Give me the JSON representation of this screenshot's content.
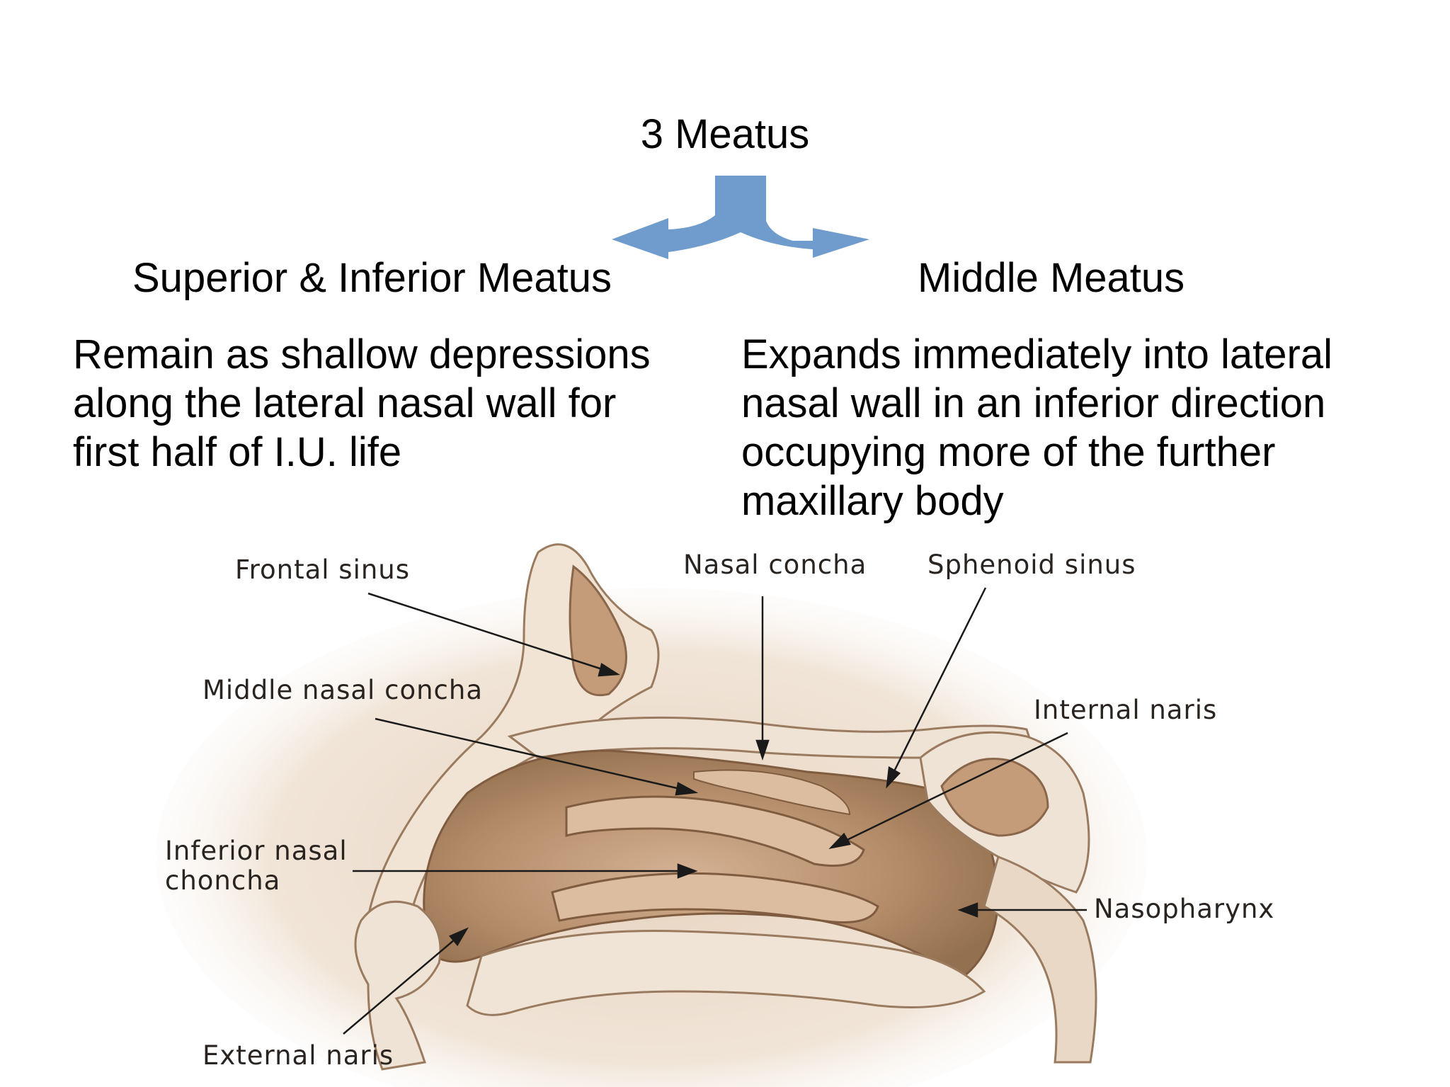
{
  "title": "3 Meatus",
  "left": {
    "heading": "Superior & Inferior Meatus",
    "body_lines": [
      "Remain as shallow depressions",
      "along the lateral nasal wall for",
      "first half of I.U. life"
    ]
  },
  "right": {
    "heading": "Middle Meatus",
    "body_lines": [
      "Expands immediately into lateral",
      "nasal wall in an inferior direction",
      "occupying more of the further",
      "maxillary body"
    ]
  },
  "figure_labels": {
    "frontal_sinus": "Frontal sinus",
    "nasal_concha": "Nasal concha",
    "sphenoid_sinus": "Sphenoid sinus",
    "middle_nasal_concha": "Middle nasal concha",
    "internal_naris": "Internal naris",
    "inferior_nasal_concha_1": "Inferior nasal",
    "inferior_nasal_concha_2": "choncha",
    "nasopharynx": "Nasopharynx",
    "external_naris": "External naris"
  },
  "colors": {
    "arrow": "#6f9ccd",
    "tissue_light": "#e9d6c2",
    "tissue_mid": "#c7a586",
    "tissue_dark": "#8f6a4c",
    "bone": "#f3ebe1"
  }
}
